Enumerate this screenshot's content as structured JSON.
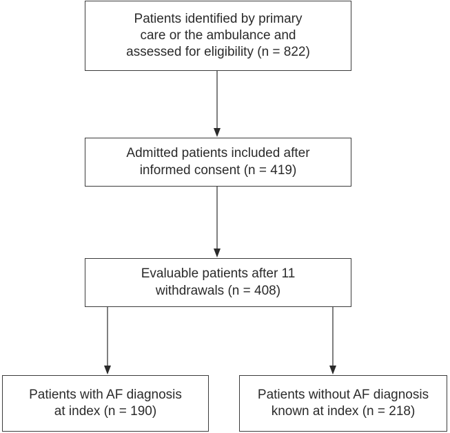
{
  "flowchart": {
    "boxes": {
      "identified": "Patients identified by primary\ncare or the ambulance and\nassessed for eligibility (n = 822)",
      "admitted": "Admitted patients included after\ninformed consent (n = 419)",
      "evaluable": "Evaluable patients after 11\nwithdrawals (n = 408)",
      "with_af": "Patients with AF diagnosis\nat index (n = 190)",
      "without_af": "Patients without AF diagnosis\nknown at index (n = 218)"
    },
    "colors": {
      "border": "#3a3a3a",
      "text": "#2a2a2a",
      "arrow": "#2a2a2a",
      "background": "#ffffff"
    }
  }
}
